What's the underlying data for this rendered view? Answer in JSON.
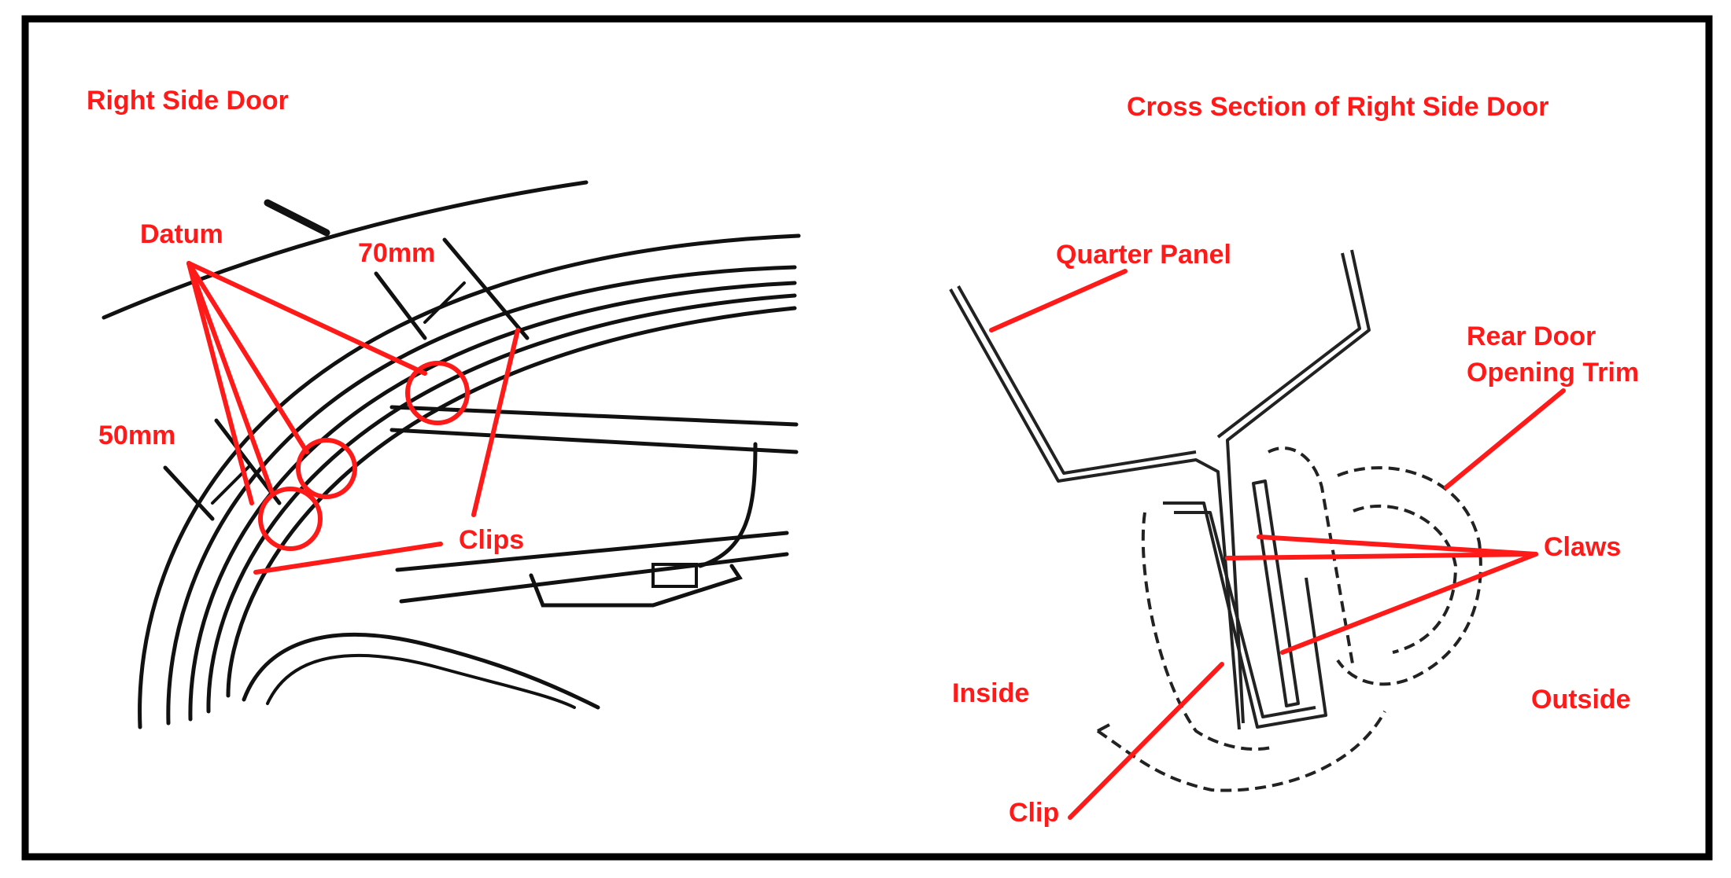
{
  "colors": {
    "annotation": "#ff1a1a",
    "drawing": "#111111",
    "frame": "#000000",
    "background": "#ffffff"
  },
  "left_view": {
    "title": "Right Side Door",
    "labels": {
      "datum": "Datum",
      "dim_70": "70mm",
      "dim_50": "50mm",
      "clips": "Clips"
    }
  },
  "right_view": {
    "title": "Cross Section of Right Side Door",
    "labels": {
      "quarter_panel": "Quarter Panel",
      "rear_door_opening_trim_line1": "Rear Door",
      "rear_door_opening_trim_line2": "Opening Trim",
      "claws": "Claws",
      "inside": "Inside",
      "outside": "Outside",
      "clip": "Clip"
    }
  }
}
